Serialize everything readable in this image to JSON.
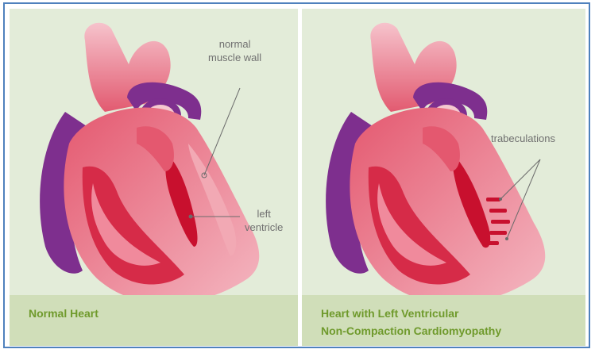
{
  "panels": {
    "normal": {
      "caption": "Normal Heart",
      "labels": {
        "muscle_wall_line1": "normal",
        "muscle_wall_line2": "muscle wall",
        "left_ventricle_line1": "left",
        "left_ventricle_line2": "ventricle"
      }
    },
    "lvnc": {
      "caption_line1": "Heart with Left Ventricular",
      "caption_line2": "Non-Compaction Cardiomyopathy",
      "labels": {
        "trabeculations": "trabeculations"
      }
    }
  },
  "colors": {
    "border": "#4f81bd",
    "panel_bg": "#e3ecd9",
    "caption_bg": "#d0deb9",
    "caption_text": "#6f9a2c",
    "heart_light": "#f2a9b4",
    "heart_mid": "#e4586f",
    "heart_dark": "#c8102e",
    "vessel_purple": "#7e2f8e",
    "label_text": "#707070"
  }
}
